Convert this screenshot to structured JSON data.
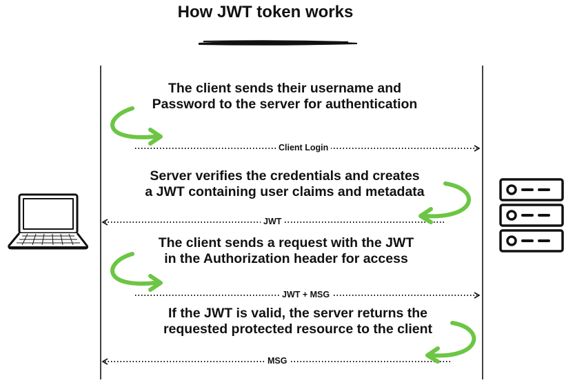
{
  "title": "How JWT token works",
  "steps": [
    {
      "line1": "The client sends their username and",
      "line2": "Password to the server for authentication"
    },
    {
      "line1": "Server verifies the credentials and creates",
      "line2": "a JWT containing user claims and metadata"
    },
    {
      "line1": "The client sends a request with the JWT",
      "line2": "in the Authorization header for access"
    },
    {
      "line1": "If the JWT is valid, the server returns the",
      "line2": "requested protected resource to the client"
    }
  ],
  "messages": [
    {
      "label": "Client Login",
      "direction": "to-server"
    },
    {
      "label": "JWT",
      "direction": "to-client"
    },
    {
      "label": "JWT + MSG",
      "direction": "to-server"
    },
    {
      "label": "MSG",
      "direction": "to-client"
    }
  ],
  "icons": {
    "client": "laptop-icon",
    "server": "server-rack-icon"
  },
  "colors": {
    "accent_green": "#6cc644",
    "ink": "#111111"
  }
}
